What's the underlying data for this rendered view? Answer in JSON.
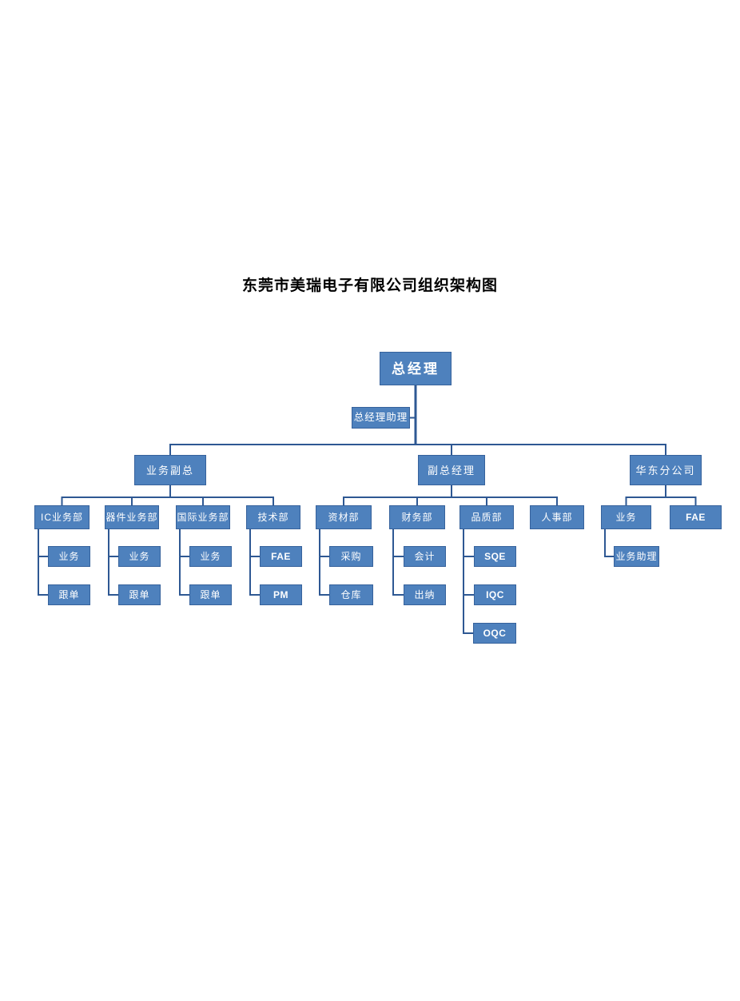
{
  "title": "东莞市美瑞电子有限公司组织架构图",
  "colors": {
    "box_fill": "#4E81BD",
    "box_border": "#36629C",
    "connector_line": "#2E5893",
    "box_text": "#FFFFFF",
    "title_text": "#000000",
    "background": "#FFFFFF"
  },
  "chart_type": "org-chart",
  "tree": {
    "label": "总经理",
    "assistant": {
      "label": "总经理助理"
    },
    "children": [
      {
        "label": "业务副总",
        "children": [
          {
            "label": "IC业务部",
            "children": [
              {
                "label": "业务"
              },
              {
                "label": "跟单"
              }
            ]
          },
          {
            "label": "器件业务部",
            "children": [
              {
                "label": "业务"
              },
              {
                "label": "跟单"
              }
            ]
          },
          {
            "label": "国际业务部",
            "children": [
              {
                "label": "业务"
              },
              {
                "label": "跟单"
              }
            ]
          },
          {
            "label": "技术部",
            "children": [
              {
                "label": "FAE"
              },
              {
                "label": "PM"
              }
            ]
          }
        ]
      },
      {
        "label": "副总经理",
        "children": [
          {
            "label": "资材部",
            "children": [
              {
                "label": "采购"
              },
              {
                "label": "仓库"
              }
            ]
          },
          {
            "label": "财务部",
            "children": [
              {
                "label": "会计"
              },
              {
                "label": "出纳"
              }
            ]
          },
          {
            "label": "品质部",
            "children": [
              {
                "label": "SQE"
              },
              {
                "label": "IQC"
              },
              {
                "label": "OQC"
              }
            ]
          },
          {
            "label": "人事部",
            "children": []
          }
        ]
      },
      {
        "label": "华东分公司",
        "children": [
          {
            "label": "业务",
            "children": [
              {
                "label": "业务助理"
              }
            ]
          },
          {
            "label": "FAE",
            "children": []
          }
        ]
      }
    ]
  }
}
